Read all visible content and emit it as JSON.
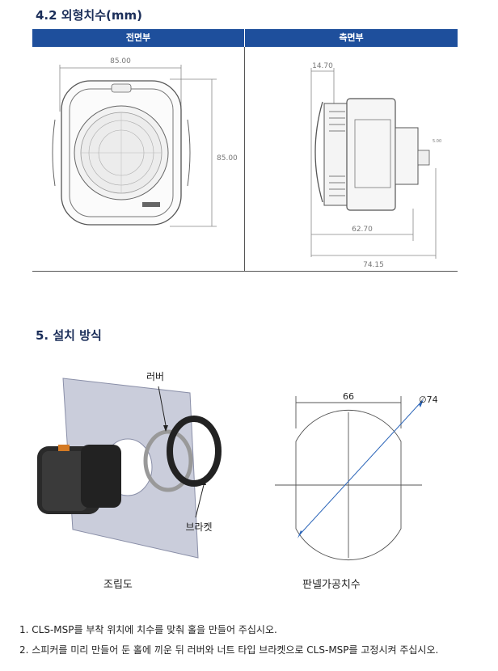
{
  "section_dims": {
    "title": "4.2 외형치수(mm)"
  },
  "table": {
    "col_front": "전면부",
    "col_side": "측면부"
  },
  "front_dims": {
    "width": "85.00",
    "height": "85.00"
  },
  "side_dims": {
    "top": "14.70",
    "mid": "62.70",
    "total": "74.15",
    "tag": "5.00"
  },
  "section_install": {
    "title": "5. 설치 방식"
  },
  "install": {
    "label_rubber": "러버",
    "label_bracket": "브라켓",
    "caption_assembly": "조립도",
    "caption_cutout": "판넬가공치수",
    "cut_width": "66",
    "cut_diameter": "∅74"
  },
  "notes": [
    "1. CLS-MSP를 부착 위치에 치수를 맞춰 홀을 만들어 주십시오.",
    "2. 스피커를 미리 만들어 둔 홀에 끼운 뒤 러버와 너트 타입 브라켓으로 CLS-MSP를 고정시켜 주십시오."
  ]
}
